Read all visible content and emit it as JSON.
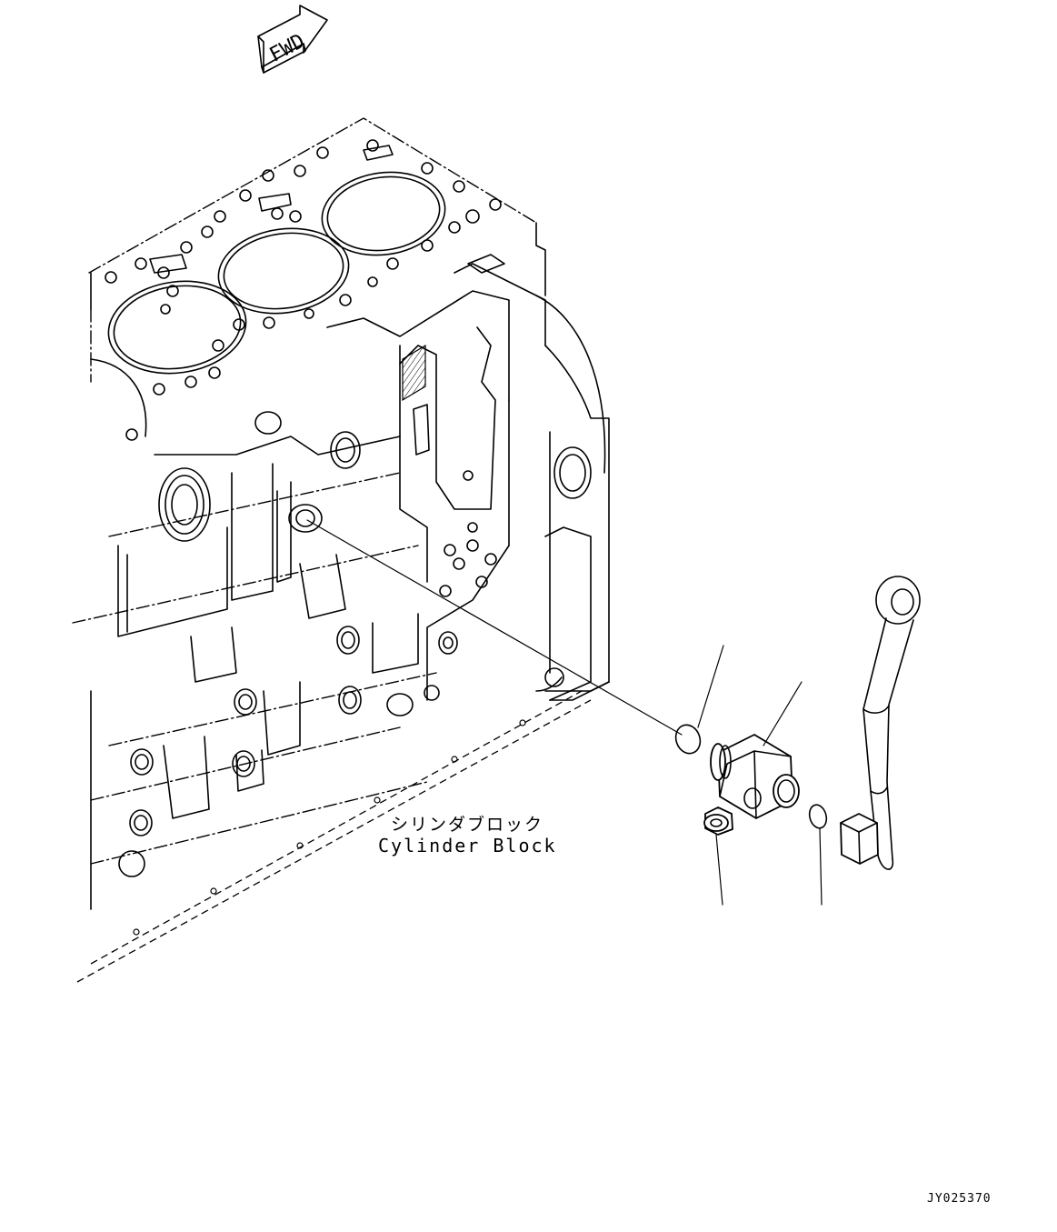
{
  "forward_marker": {
    "text": "FWD"
  },
  "component_label": {
    "japanese": "シリンダブロック",
    "english": "Cylinder Block"
  },
  "figure_code": "JY025370"
}
